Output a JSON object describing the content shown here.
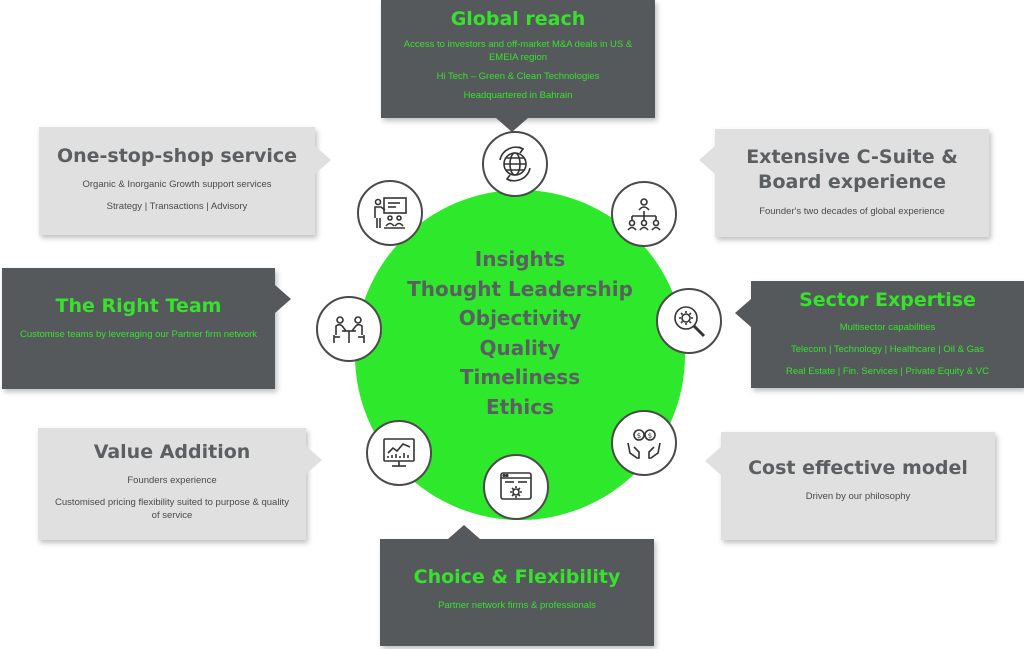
{
  "center": {
    "values": [
      "Insights",
      "Thought Leadership",
      "Objectivity",
      "Quality",
      "Timeliness",
      "Ethics"
    ]
  },
  "boxes": {
    "global_reach": {
      "title": "Global reach",
      "lines": [
        "Access to investors and off-market M&A deals in US & EMEIA region",
        "Hi Tech – Green & Clean Technologies",
        "Headquartered in Bahrain"
      ]
    },
    "one_stop_shop": {
      "title": "One-stop-shop service",
      "lines": [
        "Organic & Inorganic Growth support services",
        "Strategy | Transactions | Advisory"
      ]
    },
    "c_suite": {
      "title_line1": "Extensive C-Suite &",
      "title_line2": "Board experience",
      "lines": [
        "Founder's two decades of global experience"
      ]
    },
    "right_team": {
      "title": "The Right Team",
      "lines": [
        "Customise teams by leveraging our Partner firm network"
      ]
    },
    "sector_expertise": {
      "title": "Sector Expertise",
      "lines": [
        "Multisector capabilities",
        "Telecom | Technology | Healthcare | Oil & Gas",
        "Real Estate | Fin. Services | Private Equity & VC"
      ]
    },
    "value_addition": {
      "title": "Value Addition",
      "lines": [
        "Founders experience",
        "Customised pricing flexibility suited to purpose & quality of service"
      ]
    },
    "cost_effective": {
      "title": "Cost effective model",
      "lines": [
        "Driven by our philosophy"
      ]
    },
    "choice_flexibility": {
      "title": "Choice & Flexibility",
      "lines": [
        "Partner network firms & professionals"
      ]
    }
  },
  "icons": [
    "globe-icon",
    "org-chart-icon",
    "magnifier-gear-icon",
    "money-hands-icon",
    "browser-gear-icon",
    "analytics-screen-icon",
    "meeting-table-icon",
    "presentation-icon"
  ],
  "colors": {
    "green": "#2ee82b",
    "green_text": "#37e22d",
    "dark_box": "#55595b",
    "light_box": "#e0e0e0",
    "grey_text": "#5c5f61"
  }
}
